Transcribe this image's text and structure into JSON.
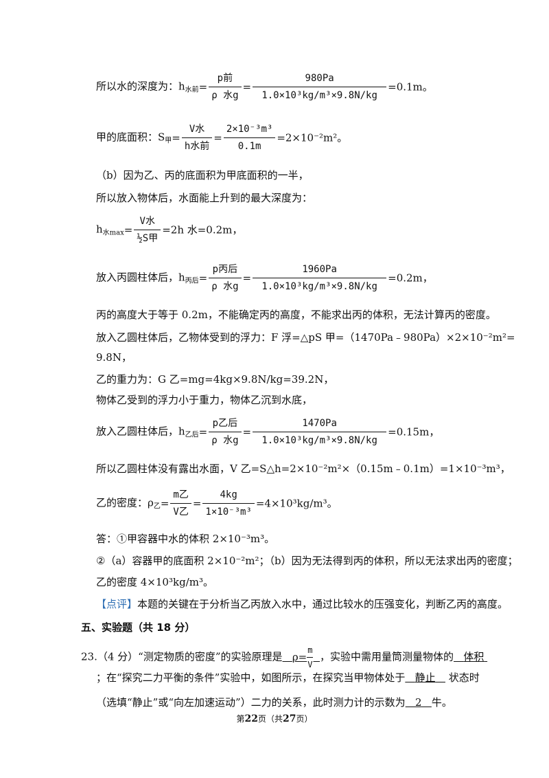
{
  "line1": {
    "prefix": "所以水的深度为：h",
    "sub": "水前",
    "eq": "=",
    "f1_num": "p前",
    "f1_den": "ρ 水g",
    "f2_num": "980Pa",
    "f2_den": "1.0×10³kg/m³×9.8N/kg",
    "result": "=0.1m。"
  },
  "line2": {
    "prefix": "甲的底面积：S",
    "sub": "甲",
    "eq": "=",
    "f1_num": "V水",
    "f1_den": "h水前",
    "f2_num": "2×10⁻³m³",
    "f2_den": "0.1m",
    "result": "=2×10⁻²m²。"
  },
  "line3": "（b）因为乙、丙的底面积为甲底面积的一半，",
  "line4": "所以放入物体后，水面能上升到的最大深度为：",
  "line5": {
    "prefix": "h",
    "sub": "水max",
    "eq": "=",
    "f_num": "V水",
    "f_den": "½S甲",
    "result": "=2h 水=0.2m，"
  },
  "line6": {
    "prefix": "放入丙圆柱体后，h",
    "sub": "丙后",
    "eq": "=",
    "f1_num": "p丙后",
    "f1_den": "ρ 水g",
    "f2_num": "1960Pa",
    "f2_den": "1.0×10³kg/m³×9.8N/kg",
    "result": "=0.2m，"
  },
  "line7": "丙的高度大于等于 0.2m，不能确定丙的高度，不能求出丙的体积，无法计算丙的密度。",
  "line8": "放入乙圆柱体后，乙物体受到的浮力：F 浮=△pS 甲=（1470Pa﹣980Pa）×2×10⁻²m²=",
  "line9": "9.8N，",
  "line10": "乙的重力为：G 乙=mg=4kg×9.8N/kg=39.2N，",
  "line11": "物体乙受到的浮力小于重力，物体乙沉到水底，",
  "line12": {
    "prefix": "放入乙圆柱体后，h",
    "sub": "乙后",
    "eq": "=",
    "f1_num": "p乙后",
    "f1_den": "ρ 水g",
    "f2_num": "1470Pa",
    "f2_den": "1.0×10³kg/m³×9.8N/kg",
    "result": "=0.15m，"
  },
  "line13": "所以乙圆柱体没有露出水面，V 乙=S△h=2×10⁻²m²×（0.15m﹣0.1m）=1×10⁻³m³，",
  "line14": {
    "prefix": "乙的密度：ρ",
    "sub": "乙",
    "eq": "=",
    "f1_num": "m乙",
    "f1_den": "V乙",
    "f2_num": "4kg",
    "f2_den": "1×10⁻³m³",
    "result": "=4×10³kg/m³。"
  },
  "line15": "答：①甲容器中水的体积 2×10⁻³m³。",
  "line16": "②（a）容器甲的底面积 2×10⁻²m²；（b）因为无法得到丙的体积，所以无法求出丙的密度；",
  "line17": "乙的密度 4×10³kg/m³。",
  "comment": {
    "tag": "【点评】",
    "text": "本题的关键在于分析当乙丙放入水中，通过比较水的压强变化，判断乙丙的高度。"
  },
  "section": "五、实验题（共 18 分）",
  "q23": {
    "p1": "23.（4 分）“测定物质的密度”的实验原理是",
    "a1_pre": "ρ=",
    "a1_num": "m",
    "a1_den": "V",
    "p2": "，实验中需用量筒测量物体的",
    "a2": "体积",
    "p3": "；在“探究二力平衡的条件”实验中，如图所示，在探究当甲物体处于",
    "a3": "静止",
    "p4": "状态时",
    "p5": "（选填“静止”或“向左加速运动”）二力的关系，此时测力计的示数为",
    "a4": "2",
    "p6": "牛。"
  },
  "footer": {
    "pre": "第",
    "page": "22",
    "mid": "页（共",
    "total": "27",
    "post": "页）"
  }
}
